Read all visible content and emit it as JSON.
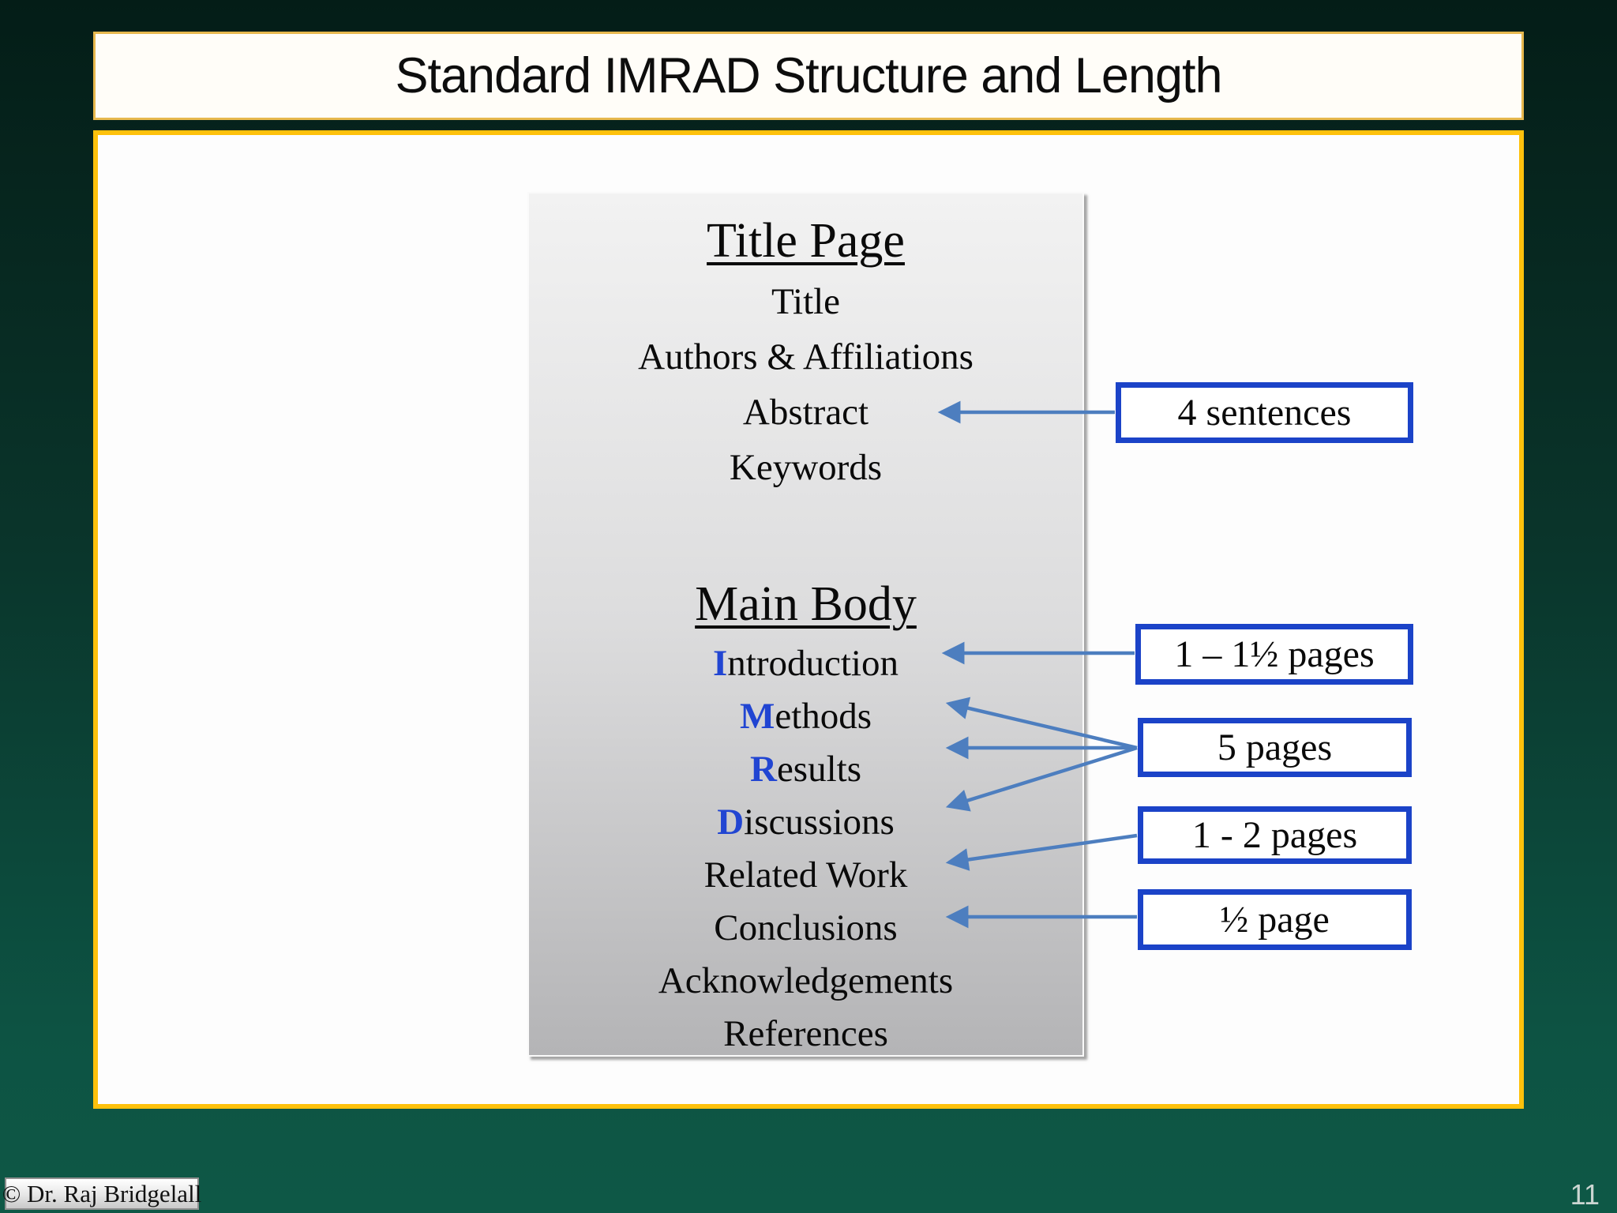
{
  "slide": {
    "title": "Standard IMRAD Structure and Length",
    "copyright": "© Dr. Raj Bridgelall",
    "page_number": "11"
  },
  "diagram": {
    "title_page": {
      "heading": "Title Page",
      "items": [
        "Title",
        "Authors & Affiliations",
        "Abstract",
        "Keywords"
      ]
    },
    "main_body": {
      "heading": "Main Body",
      "items": [
        {
          "lead": "I",
          "rest": "ntroduction"
        },
        {
          "lead": "M",
          "rest": "ethods"
        },
        {
          "lead": "R",
          "rest": "esults"
        },
        {
          "lead": "D",
          "rest": "iscussions"
        },
        {
          "lead": "",
          "rest": "Related Work"
        },
        {
          "lead": "",
          "rest": "Conclusions"
        },
        {
          "lead": "",
          "rest": "Acknowledgements"
        },
        {
          "lead": "",
          "rest": "References"
        }
      ]
    },
    "callouts": [
      {
        "label": "4 sentences",
        "points_to": "Abstract"
      },
      {
        "label": "1 – 1½ pages",
        "points_to": "Introduction"
      },
      {
        "label": "5 pages",
        "points_to": "Methods, Results, Discussions"
      },
      {
        "label": "1 - 2 pages",
        "points_to": "Related Work"
      },
      {
        "label": "½ page",
        "points_to": "Conclusions"
      }
    ],
    "colors": {
      "callout_border_blue": "#1b43c8",
      "arrow_blue": "#4d7ebf",
      "lead_letter_blue": "#2145d2",
      "gold_border": "#fec10c",
      "title_bar_border": "#e7b84e",
      "background_green_top": "#041d17",
      "background_green_bottom": "#0e5846",
      "gray_box_top": "#f2f2f2",
      "gray_box_bottom": "#b4b4b6"
    }
  }
}
